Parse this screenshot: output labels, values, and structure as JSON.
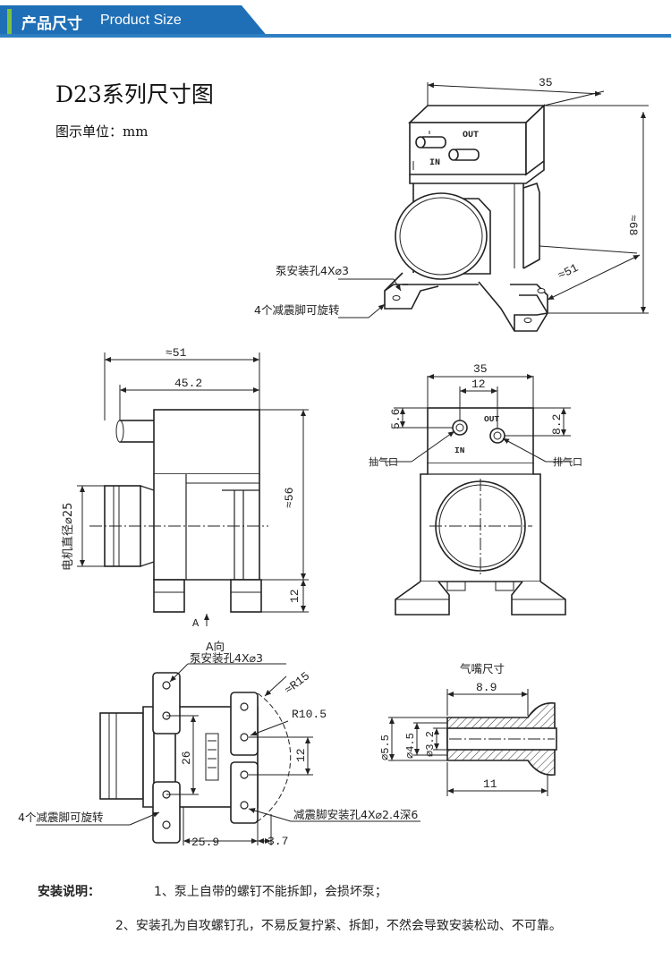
{
  "header": {
    "title_cn": "产品尺寸",
    "title_en": "Product Size"
  },
  "title": "D23系列尺寸图",
  "unit": "图示单位：mm",
  "iso_view": {
    "out_label": "OUT",
    "in_label": "IN",
    "dim_width": "35",
    "dim_height": "≈68",
    "dim_depth": "≈51",
    "callout_mount_hole": "泵安装孔4X⌀3",
    "callout_feet": "4个减震脚可旋转"
  },
  "side_view": {
    "dim_total": "≈51",
    "dim_body": "45.2",
    "dim_height": "≈56",
    "dim_feet": "12",
    "motor_dia": "电机直径⌀25",
    "arrow_label": "A"
  },
  "front_view": {
    "out_label": "OUT",
    "in_label": "IN",
    "dim_width": "35",
    "dim_spacing": "12",
    "dim_left": "5.6",
    "dim_right": "8.2",
    "left_port": "抽气口",
    "right_port": "排气口"
  },
  "bottom_view": {
    "title": "A向",
    "callout_mount_hole": "泵安装孔4X⌀3",
    "dim_r15": "≈R15",
    "dim_r10": "R10.5",
    "dim_26": "26",
    "dim_12": "12",
    "dim_259": "25.9",
    "dim_37": "3.7",
    "callout_feet": "4个减震脚可旋转",
    "callout_feet_hole": "减震脚安装孔4X⌀2.4深6"
  },
  "nozzle": {
    "title": "气嘴尺寸",
    "dim_89": "8.9",
    "dim_55": "⌀5.5",
    "dim_45": "⌀4.5",
    "dim_32": "⌀3.2",
    "dim_11": "11"
  },
  "notes": {
    "label": "安装说明：",
    "note1": "1、泵上自带的螺钉不能拆卸，会损坏泵；",
    "note2": "2、安装孔为自攻螺钉孔，不易反复拧紧、拆卸，不然会导致安装松动、不可靠。"
  }
}
